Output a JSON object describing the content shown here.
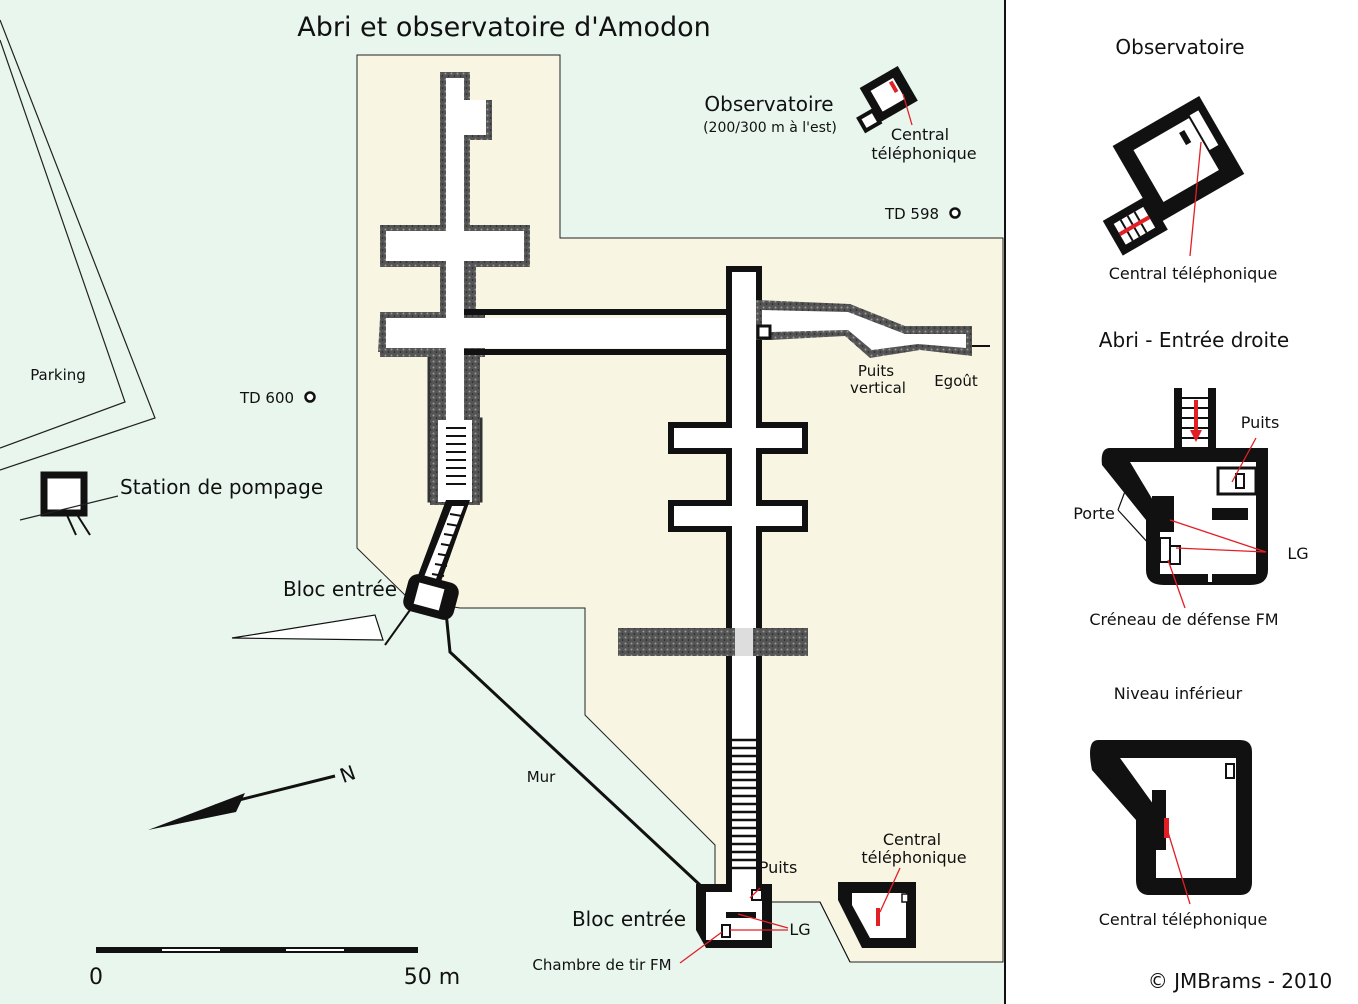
{
  "title": "Abri et observatoire d'Amodon",
  "map": {
    "observatoire_label": "Observatoire",
    "observatoire_note": "(200/300 m à l'est)",
    "central_tel_1": "Central",
    "central_tel_2": "téléphonique",
    "td598": "TD 598",
    "td600": "TD 600",
    "parking": "Parking",
    "station": "Station de pompage",
    "puits_vertical_1": "Puits",
    "puits_vertical_2": "vertical",
    "egout": "Egoût",
    "bloc_entree_top": "Bloc entrée",
    "bloc_entree_bottom": "Bloc entrée",
    "mur": "Mur",
    "puits": "Puits",
    "lg": "LG",
    "chambre_tir": "Chambre de tir FM",
    "central_bottom_1": "Central",
    "central_bottom_2": "téléphonique",
    "north": "N",
    "scale_start": "0",
    "scale_end": "50 m"
  },
  "side": {
    "obs_title": "Observatoire",
    "obs_caption": "Central téléphonique",
    "abri_title": "Abri - Entrée droite",
    "puits": "Puits",
    "porte": "Porte",
    "lg": "LG",
    "creneau": "Créneau de défense FM",
    "niveau_title": "Niveau inférieur",
    "niveau_caption": "Central téléphonique"
  },
  "copyright": "©  JMBrams - 2010",
  "colors": {
    "ground_green": "#e9f6ee",
    "fort_area": "#f8f6e3",
    "accent_red": "#e31f26",
    "wall": "#111111"
  }
}
